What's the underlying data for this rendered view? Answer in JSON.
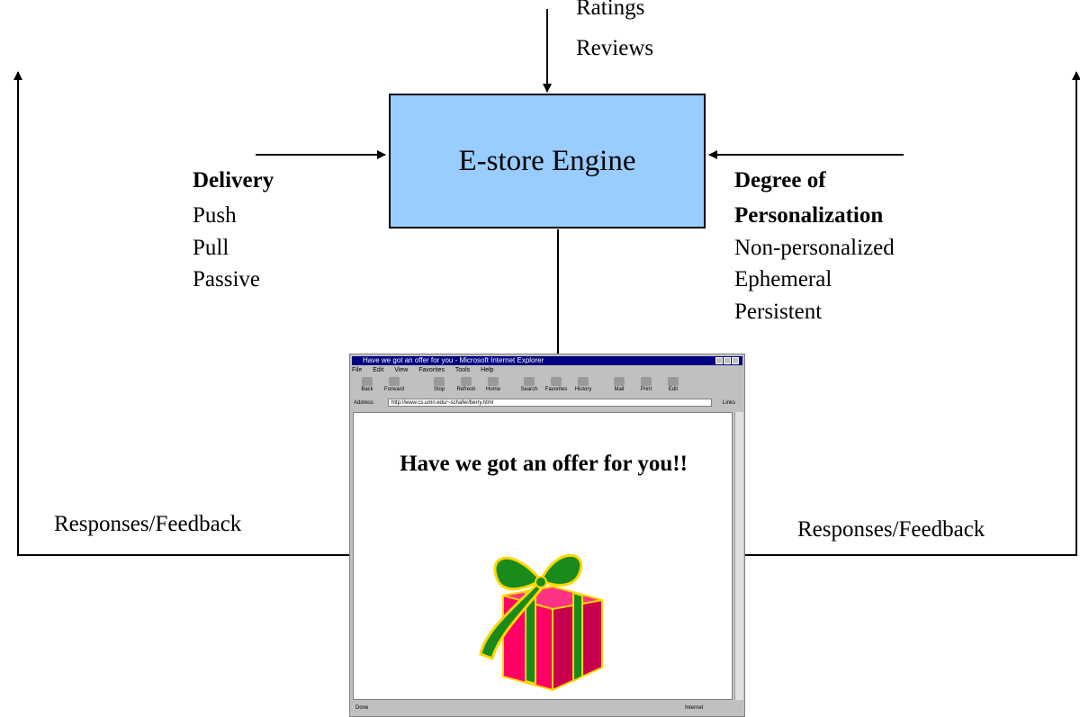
{
  "top_inputs": [
    "Ratings",
    "Reviews"
  ],
  "engine": {
    "label": "E-store Engine",
    "fill": "#99ccff"
  },
  "delivery": {
    "heading": "Delivery",
    "items": [
      "Push",
      "Pull",
      "Passive"
    ]
  },
  "personalization": {
    "heading_line1": "Degree of",
    "heading_line2": "Personalization",
    "items": [
      "Non-personalized",
      "Ephemeral",
      "Persistent"
    ]
  },
  "feedback": {
    "left": "Responses/Feedback",
    "right": "Responses/Feedback"
  },
  "browser": {
    "title": "Have we got an offer for you - Microsoft Internet Explorer",
    "menu": [
      "File",
      "Edit",
      "View",
      "Favorites",
      "Tools",
      "Help"
    ],
    "toolbar": [
      "Back",
      "Forward",
      "Stop",
      "Refresh",
      "Home",
      "Search",
      "Favorites",
      "History",
      "Mail",
      "Print",
      "Edit"
    ],
    "address_label": "Address",
    "address": "http://www.cs.umn.edu/~schafer/berry.html",
    "go_label": "Links",
    "status_left": "Done",
    "status_right": "Internet",
    "offer_text": "Have we got an offer for you!!",
    "gift_colors": {
      "box": "#ff0066",
      "ribbon": "#1a8a1a",
      "edge": "#ffd700"
    }
  }
}
